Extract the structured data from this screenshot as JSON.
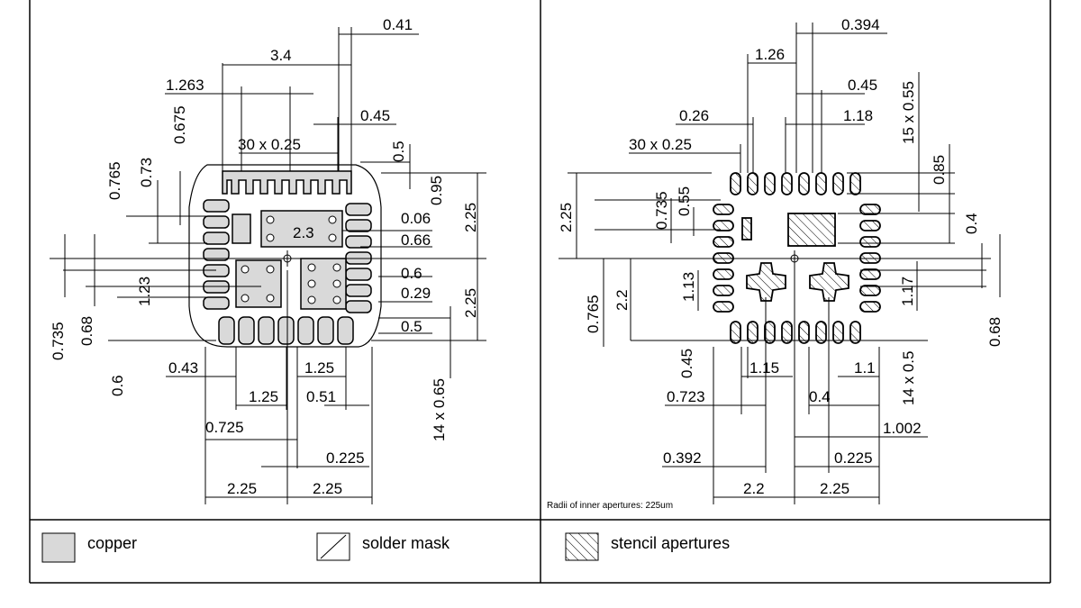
{
  "left_panel": {
    "dimensions": {
      "d_041": "0.41",
      "d_34": "3.4",
      "d_1263": "1.263",
      "d_045": "0.45",
      "d_0675": "0.675",
      "d_30x025": "30 x 0.25",
      "d_05_top": "0.5",
      "d_0765": "0.765",
      "d_073": "0.73",
      "d_095": "0.95",
      "d_225_right_top": "2.25",
      "d_23": "2.3",
      "d_006": "0.06",
      "d_066": "0.66",
      "d_06_right": "0.6",
      "d_123": "1.23",
      "d_029": "0.29",
      "d_225_right_bot": "2.25",
      "d_05_bot": "0.5",
      "d_0735": "0.735",
      "d_068": "0.68",
      "d_06_left": "0.6",
      "d_043": "0.43",
      "d_125_a": "1.25",
      "d_125_b": "1.25",
      "d_051": "0.51",
      "d_14x065": "14 x 0.65",
      "d_0725": "0.725",
      "d_0225": "0.225",
      "d_225_bot_l": "2.25",
      "d_225_bot_r": "2.25"
    }
  },
  "right_panel": {
    "dimensions": {
      "d_0394": "0.394",
      "d_126": "1.26",
      "d_045_top": "0.45",
      "d_026": "0.26",
      "d_118": "1.18",
      "d_15x055": "15 x 0.55",
      "d_30x025": "30 x 0.25",
      "d_085": "0.85",
      "d_225_left": "2.25",
      "d_0735": "0.735",
      "d_055": "0.55",
      "d_04_right": "0.4",
      "d_0765": "0.765",
      "d_22_left": "2.2",
      "d_113": "1.13",
      "d_117": "1.17",
      "d_068": "0.68",
      "d_045_bot": "0.45",
      "d_115": "1.15",
      "d_11": "1.1",
      "d_14x05": "14 x 0.5",
      "d_0723": "0.723",
      "d_04_bot": "0.4",
      "d_1002": "1.002",
      "d_0392": "0.392",
      "d_0225": "0.225",
      "d_22_bot": "2.2",
      "d_225_bot": "2.25"
    },
    "note": "Radii of inner apertures: 225um"
  },
  "legend": {
    "copper": "copper",
    "solder_mask": "solder mask",
    "stencil": "stencil apertures"
  },
  "colors": {
    "copper": "#d9d9d9",
    "line": "#000000",
    "background": "#ffffff"
  }
}
